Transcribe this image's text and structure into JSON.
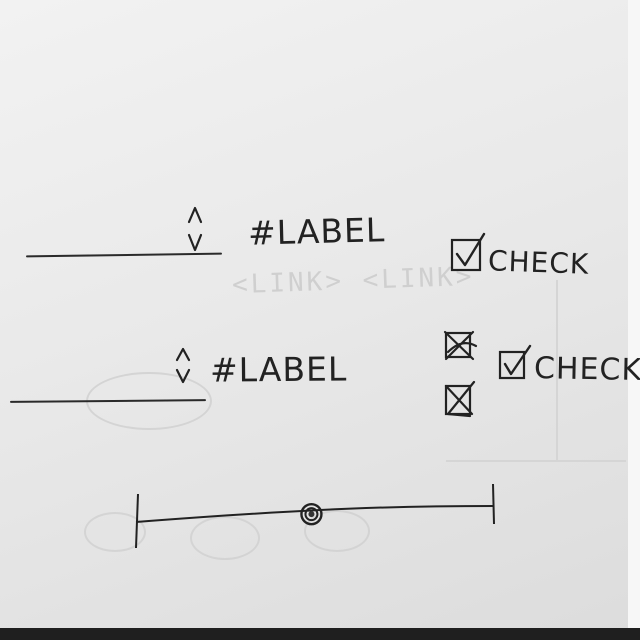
{
  "form": {
    "row1": {
      "label": "#LABEL",
      "checkbox_label": "CHECK"
    },
    "row2": {
      "label": "#LABEL",
      "checkbox_label": "CHECK"
    }
  },
  "slider": {
    "value": 0.49
  },
  "colors": {
    "ink": "#222222",
    "paper": "#eeeeee",
    "ghost": "#cfcfcf"
  },
  "ghost": {
    "link_text": "<LINK> <LINK>"
  }
}
